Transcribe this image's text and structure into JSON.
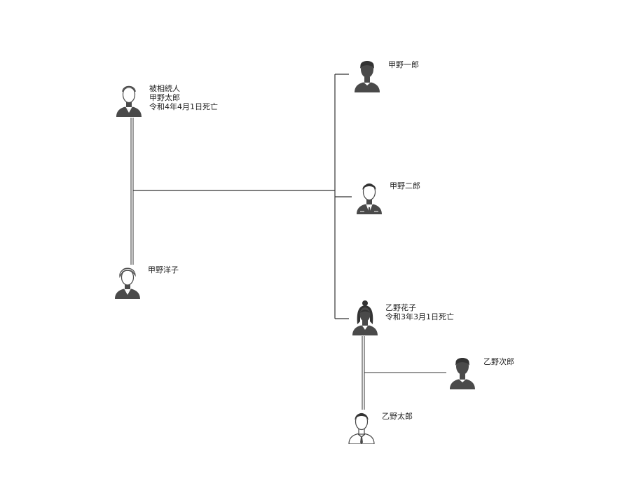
{
  "persons": {
    "deceased": {
      "role": "被相続人",
      "name": "甲野太郎",
      "note": "令和4年4月1日死亡",
      "icon": "elderly-man-icon"
    },
    "spouse": {
      "name": "甲野洋子",
      "icon": "elderly-woman-icon"
    },
    "child1": {
      "name": "甲野一郎",
      "icon": "man-icon"
    },
    "child2": {
      "name": "甲野二郎",
      "icon": "businessman-icon"
    },
    "child3": {
      "name": "乙野花子",
      "note": "令和3年3月1日死亡",
      "icon": "woman-icon"
    },
    "child3_spouse": {
      "name": "乙野太郎",
      "icon": "man-with-tie-icon"
    },
    "grandchild": {
      "name": "乙野次郎",
      "icon": "man-icon"
    }
  },
  "colors": {
    "icon": "#4a4a4a",
    "line": "#333333"
  }
}
